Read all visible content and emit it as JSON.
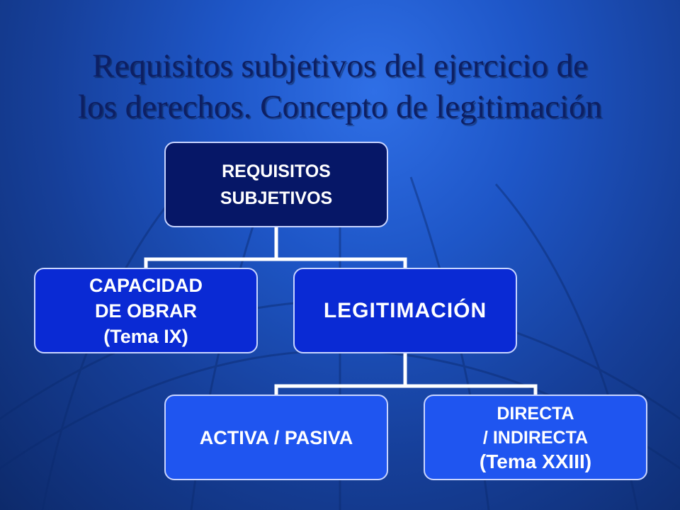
{
  "title": {
    "line1": "Requisitos subjetivos del ejercicio de",
    "line2": "los derechos. Concepto de legitimación"
  },
  "diagram": {
    "root": {
      "line1": "REQUISITOS",
      "line2": "SUBJETIVOS"
    },
    "capacidad": {
      "line1": "CAPACIDAD",
      "line2": "DE OBRAR",
      "line3": "(Tema IX)"
    },
    "legitimacion": {
      "line1": "LEGITIMACIÓN"
    },
    "activa": {
      "line1": "ACTIVA / PASIVA"
    },
    "directa": {
      "line1": "DIRECTA",
      "line2": "/ INDIRECTA",
      "line3": "(Tema XXIII)"
    }
  },
  "colors": {
    "background": "#1e56c7",
    "title": "#0d1f63",
    "root_fill": "#061767",
    "level2_fill": "#0a2ad4",
    "level3_fill": "#1f55f0",
    "connector": "#ffffff"
  }
}
